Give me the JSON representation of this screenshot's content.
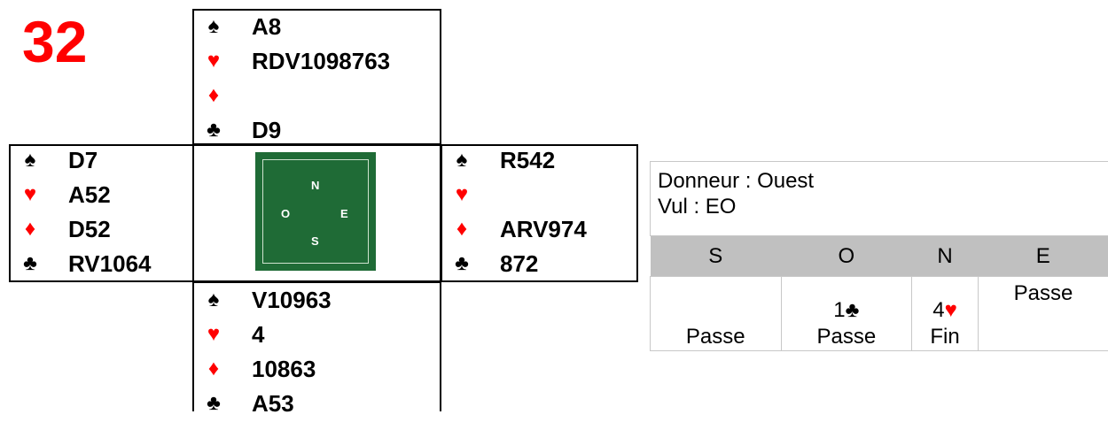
{
  "board_number": "32",
  "suits": {
    "spade": "♠",
    "heart": "♥",
    "diamond": "♦",
    "club": "♣"
  },
  "colors": {
    "red": "#ff0000",
    "table_green": "#1f6b36",
    "header_gray": "#c0c0c0"
  },
  "hands": {
    "north": {
      "spades": "A8",
      "hearts": "RDV1098763",
      "diamonds": "",
      "clubs": "D9"
    },
    "west": {
      "spades": "D7",
      "hearts": "A52",
      "diamonds": "D52",
      "clubs": "RV1064"
    },
    "east": {
      "spades": "R542",
      "hearts": "",
      "diamonds": "ARV974",
      "clubs": "872"
    },
    "south": {
      "spades": "V10963",
      "hearts": "4",
      "diamonds": "10863",
      "clubs": "A53"
    }
  },
  "compass": {
    "n": "N",
    "o": "O",
    "e": "E",
    "s": "S"
  },
  "info": {
    "dealer": "Donneur : Ouest",
    "vulnerability": "Vul : EO"
  },
  "bidding": {
    "headers": [
      "S",
      "O",
      "N",
      "E"
    ],
    "row": {
      "s": [
        "",
        "Passe"
      ],
      "o": [
        "1♣",
        "Passe"
      ],
      "n": [
        "4♥",
        "Fin"
      ],
      "e": [
        "Passe"
      ]
    }
  }
}
